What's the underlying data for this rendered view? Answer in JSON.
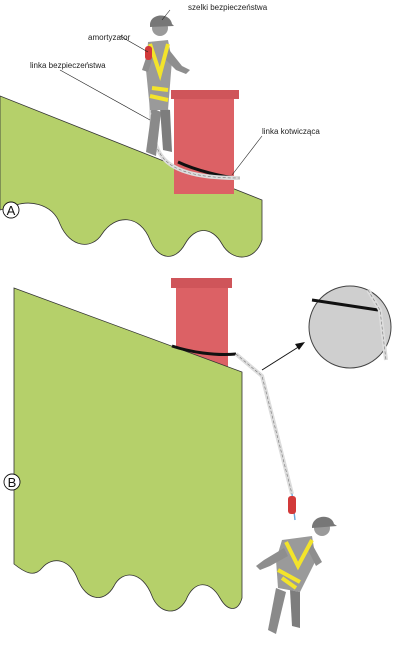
{
  "labels": {
    "harness": "szelki bezpieczeństwa",
    "absorber": "amortyzator",
    "lanyard": "linka bezpieczeństwa",
    "anchor_line": "linka kotwicząca"
  },
  "panels": {
    "a": "A",
    "b": "B"
  },
  "colors": {
    "roof": "#b5d06a",
    "chimney": "#dc6165",
    "person": "#8e8e8e",
    "harness": "#f3e42b",
    "absorber": "#d23a3a",
    "rope": "#dcdcdc",
    "detail_fill": "#cfcfcf"
  }
}
